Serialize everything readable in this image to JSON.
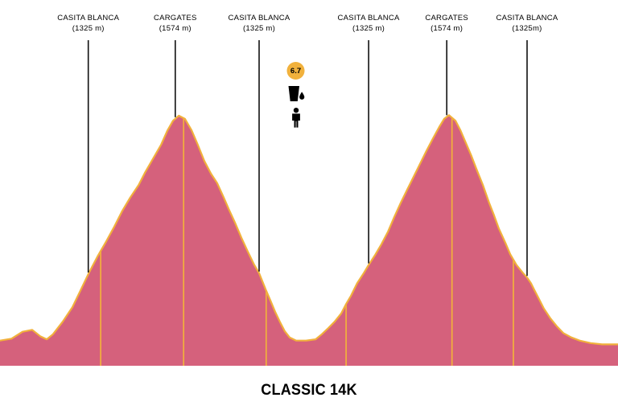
{
  "title": "CLASSIC 14K",
  "colors": {
    "background": "#ffffff",
    "profile_fill": "#d5617c",
    "profile_stroke": "#f1b13c",
    "km_line": "#f1b13c",
    "marker_line": "#111111",
    "badge_fill": "#f1b13c",
    "badge_text": "#000000",
    "label_text": "#000000"
  },
  "markers": [
    {
      "name": "CASITA BLANCA",
      "elevation": "(1325 m)",
      "km": 2.0
    },
    {
      "name": "CARGATES",
      "elevation": "(1574 m)",
      "km": 3.97
    },
    {
      "name": "CASITA BLANCA",
      "elevation": "(1325 m)",
      "km": 5.87
    },
    {
      "name": "CASITA BLANCA",
      "elevation": "(1325 m)",
      "km": 8.35
    },
    {
      "name": "CARGATES",
      "elevation": "(1574 m)",
      "km": 10.12
    },
    {
      "name": "CASITA BLANCA",
      "elevation": "(1325m)",
      "km": 11.94
    }
  ],
  "aid_station": {
    "km_label": "6.7",
    "km": 6.7,
    "icons": [
      "drink-icon",
      "person-icon"
    ]
  },
  "chart_data": {
    "type": "area",
    "title": "CLASSIC 14K",
    "xlabel": "",
    "ylabel": "",
    "xlim": [
      0,
      14
    ],
    "ylim": [
      1175,
      1600
    ],
    "grid": false,
    "legend": false,
    "series": [
      {
        "name": "elevation-profile",
        "x": [
          0,
          0.26,
          0.51,
          0.73,
          0.91,
          1.06,
          1.2,
          1.42,
          1.64,
          1.82,
          2.01,
          2.22,
          2.41,
          2.59,
          2.77,
          2.95,
          3.14,
          3.28,
          3.46,
          3.65,
          3.79,
          3.92,
          4.05,
          4.19,
          4.34,
          4.48,
          4.63,
          4.78,
          4.92,
          5.07,
          5.18,
          5.32,
          5.47,
          5.61,
          5.76,
          5.87,
          6.02,
          6.13,
          6.23,
          6.34,
          6.45,
          6.56,
          6.71,
          6.93,
          7.15,
          7.29,
          7.44,
          7.58,
          7.73,
          7.84,
          7.95,
          8.09,
          8.24,
          8.35,
          8.49,
          8.64,
          8.79,
          8.93,
          9.08,
          9.22,
          9.37,
          9.51,
          9.66,
          9.81,
          9.95,
          10.06,
          10.17,
          10.32,
          10.43,
          10.54,
          10.68,
          10.79,
          10.94,
          11.08,
          11.19,
          11.3,
          11.45,
          11.56,
          11.7,
          11.85,
          11.94,
          12.03,
          12.1,
          12.21,
          12.32,
          12.47,
          12.61,
          12.76,
          12.94,
          13.13,
          13.38,
          13.64,
          14
        ],
        "y": [
          1215,
          1218,
          1229,
          1232,
          1222,
          1217,
          1225,
          1245,
          1268,
          1294,
          1322,
          1350,
          1373,
          1396,
          1421,
          1442,
          1462,
          1481,
          1503,
          1526,
          1548,
          1564,
          1572,
          1567,
          1549,
          1526,
          1500,
          1480,
          1465,
          1442,
          1424,
          1403,
          1378,
          1357,
          1335,
          1322,
          1296,
          1278,
          1261,
          1245,
          1230,
          1220,
          1215,
          1215,
          1217,
          1225,
          1235,
          1245,
          1258,
          1273,
          1286,
          1306,
          1322,
          1335,
          1350,
          1368,
          1388,
          1411,
          1434,
          1454,
          1475,
          1495,
          1516,
          1536,
          1554,
          1567,
          1573,
          1564,
          1549,
          1531,
          1508,
          1488,
          1462,
          1434,
          1414,
          1393,
          1370,
          1352,
          1335,
          1322,
          1315,
          1306,
          1296,
          1281,
          1266,
          1250,
          1238,
          1227,
          1220,
          1215,
          1211,
          1209,
          1209
        ]
      }
    ],
    "km_lines": [
      2.28,
      4.16,
      6.03,
      7.84,
      10.24,
      11.63
    ]
  }
}
